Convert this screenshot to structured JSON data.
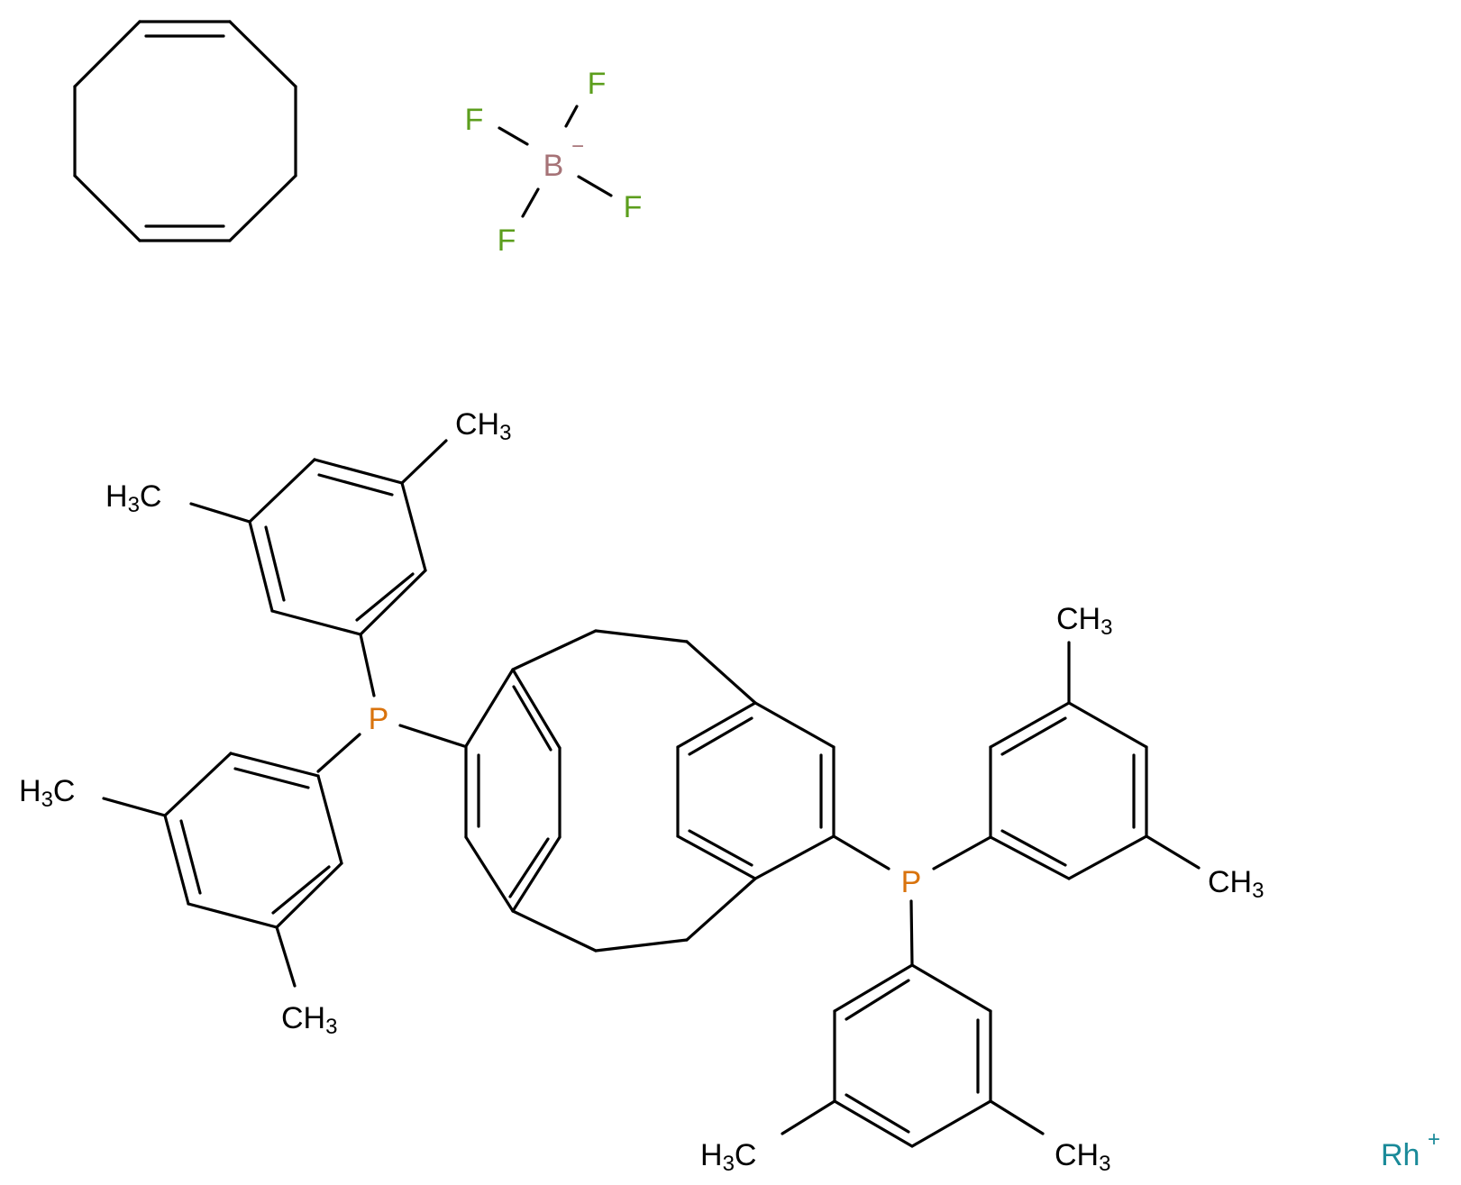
{
  "colors": {
    "bond": "#000000",
    "carbon": "#000000",
    "phosphorus": "#d9730d",
    "fluorine": "#5c9e1d",
    "boron": "#a67377",
    "rhodium": "#1a8a99"
  },
  "atoms": {
    "fluorine": "F",
    "boron": "B",
    "boron_charge": "−",
    "phosphorus": "P",
    "rhodium": "Rh",
    "rhodium_charge": "+",
    "methyl_main": "CH",
    "methyl_sub": "3",
    "methyl_left_h": "H",
    "methyl_left_sub": "3",
    "methyl_left_c": "C"
  }
}
